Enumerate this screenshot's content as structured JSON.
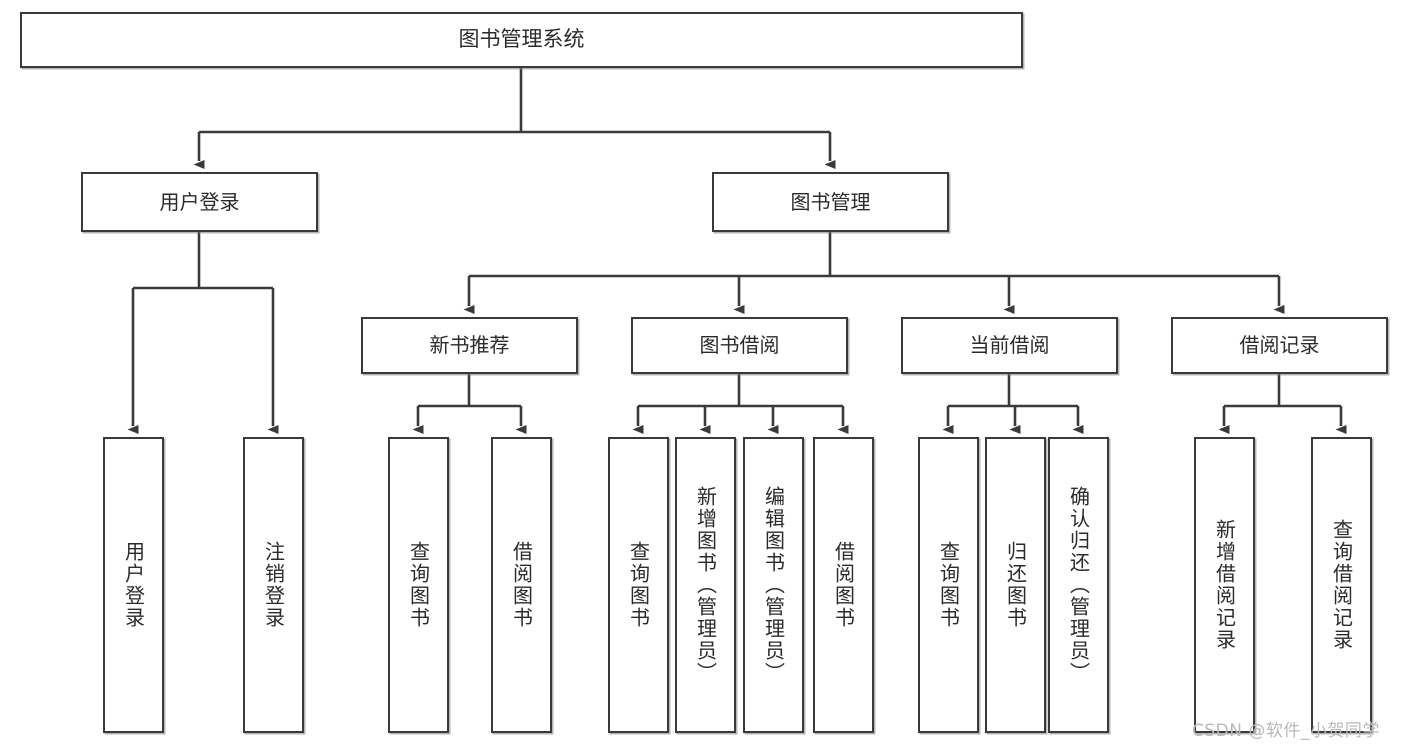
{
  "diagram": {
    "title": "图书管理系统",
    "type": "tree-hierarchy",
    "orientation": "top-down",
    "colors": {
      "box_border": "#3a3a3a",
      "box_fill": "#ffffff",
      "connector": "#3a3a3a",
      "text": "#2b2b2b",
      "watermark": "#b9b9b9",
      "background": "#ffffff"
    }
  },
  "root": {
    "label": "图书管理系统"
  },
  "level2": [
    {
      "label": "用户登录"
    },
    {
      "label": "图书管理"
    }
  ],
  "level3": [
    {
      "label": "新书推荐"
    },
    {
      "label": "图书借阅"
    },
    {
      "label": "当前借阅"
    },
    {
      "label": "借阅记录"
    }
  ],
  "leaves": {
    "user_login": [
      {
        "label": "用户登录"
      },
      {
        "label": "注销登录"
      }
    ],
    "new_book_recommend": [
      {
        "label": "查询图书"
      },
      {
        "label": "借阅图书"
      }
    ],
    "book_borrow": [
      {
        "label": "查询图书"
      },
      {
        "label": "新增图书（管理员）"
      },
      {
        "label": "编辑图书（管理员）"
      },
      {
        "label": "借阅图书"
      }
    ],
    "current_borrow": [
      {
        "label": "查询图书"
      },
      {
        "label": "归还图书"
      },
      {
        "label": "确认归还（管理员）"
      }
    ],
    "borrow_record": [
      {
        "label": "新增借阅记录"
      },
      {
        "label": "查询借阅记录"
      }
    ]
  },
  "watermark": {
    "text": "CSDN @软件_小贺同学"
  }
}
